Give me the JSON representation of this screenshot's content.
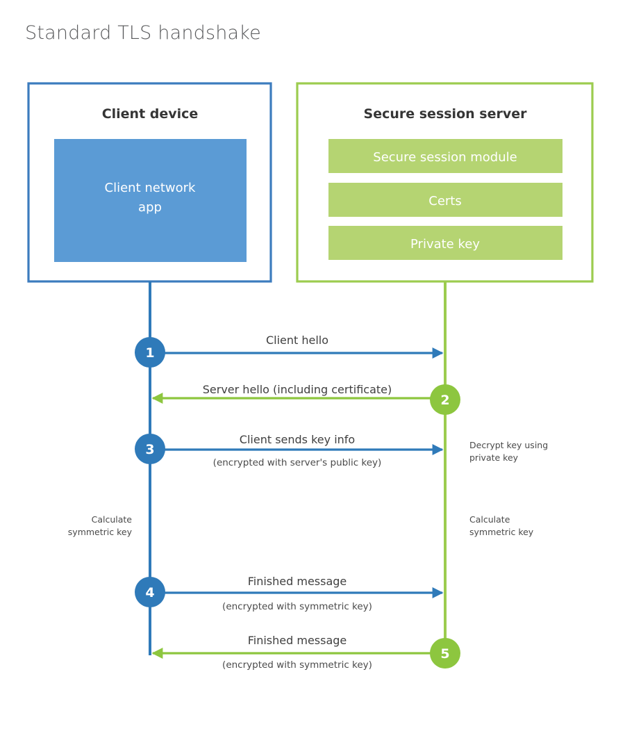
{
  "page": {
    "title": "Standard TLS handshake",
    "background": "#ffffff"
  },
  "colors": {
    "client_blue": "#2f7ab9",
    "client_box_border": "#3c7cbe",
    "client_app_fill": "#5b9bd5",
    "server_green": "#8dc63f",
    "server_box_border": "#9ccc4f",
    "server_block_fill": "#b5d472",
    "text": "#3f3f3f",
    "title_text": "#58595b"
  },
  "panels": {
    "client": {
      "title": "Client device",
      "blocks": [
        {
          "label": "Client network app",
          "line1": "Client network",
          "line2": "app"
        }
      ]
    },
    "server": {
      "title": "Secure session server",
      "blocks": [
        {
          "label": "Secure session module"
        },
        {
          "label": "Certs"
        },
        {
          "label": "Private key"
        }
      ]
    }
  },
  "steps": [
    {
      "number": "1",
      "label": "Client hello",
      "sub": "",
      "direction": "client-to-server",
      "side": "client",
      "color": "#2f7ab9"
    },
    {
      "number": "2",
      "label": "Server hello (including certificate)",
      "sub": "",
      "direction": "server-to-client",
      "side": "server",
      "color": "#8dc63f"
    },
    {
      "number": "3",
      "label": "Client sends key info",
      "sub": "(encrypted with server's public key)",
      "direction": "client-to-server",
      "side": "client",
      "color": "#2f7ab9"
    },
    {
      "number": "4",
      "label": "Finished message",
      "sub": "(encrypted with symmetric key)",
      "direction": "client-to-server",
      "side": "client",
      "color": "#2f7ab9"
    },
    {
      "number": "5",
      "label": "Finished message",
      "sub": "(encrypted with symmetric key)",
      "direction": "server-to-client",
      "side": "server",
      "color": "#8dc63f"
    }
  ],
  "annotations": {
    "decrypt_note": {
      "line1": "Decrypt key using",
      "line2": "private key"
    },
    "client_calc": {
      "line1": "Calculate",
      "line2": "symmetric key"
    },
    "server_calc": {
      "line1": "Calculate",
      "line2": "symmetric key"
    }
  }
}
